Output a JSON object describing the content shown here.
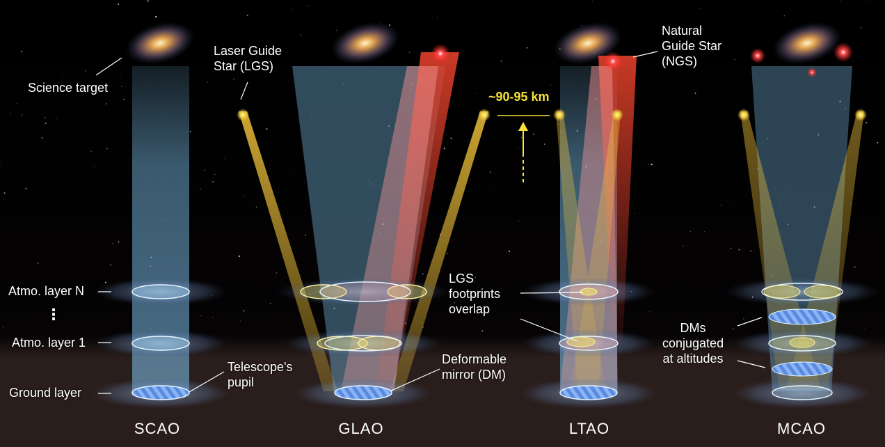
{
  "modes": {
    "scao": "SCAO",
    "glao": "GLAO",
    "ltao": "LTAO",
    "mcao": "MCAO"
  },
  "labels": {
    "science_target": "Science target",
    "laser_guide_star": "Laser Guide\nStar (LGS)",
    "natural_guide_star": "Natural\nGuide Star\n(NGS)",
    "altitude": "~90-95 km",
    "atmo_layer_n": "Atmo. layer N",
    "ellipsis": "⋮",
    "atmo_layer_1": "Atmo. layer 1",
    "ground_layer": "Ground layer",
    "telescope_pupil": "Telescope's\npupil",
    "lgs_overlap": "LGS\nfootprints\noverlap",
    "deformable_mirror": "Deformable\nmirror (DM)",
    "dms_conjugated": "DMs\nconjugated\nat altitudes"
  },
  "colors": {
    "science_beam": "#7fc4f0",
    "lgs_beam": "#f0c23a",
    "ngs_beam": "#e0402a",
    "ngs_star": "#ff3a3a",
    "ground": "#2a1e1c",
    "label_line": "#ffffff",
    "altitude_arrow": "#f6e23a"
  }
}
